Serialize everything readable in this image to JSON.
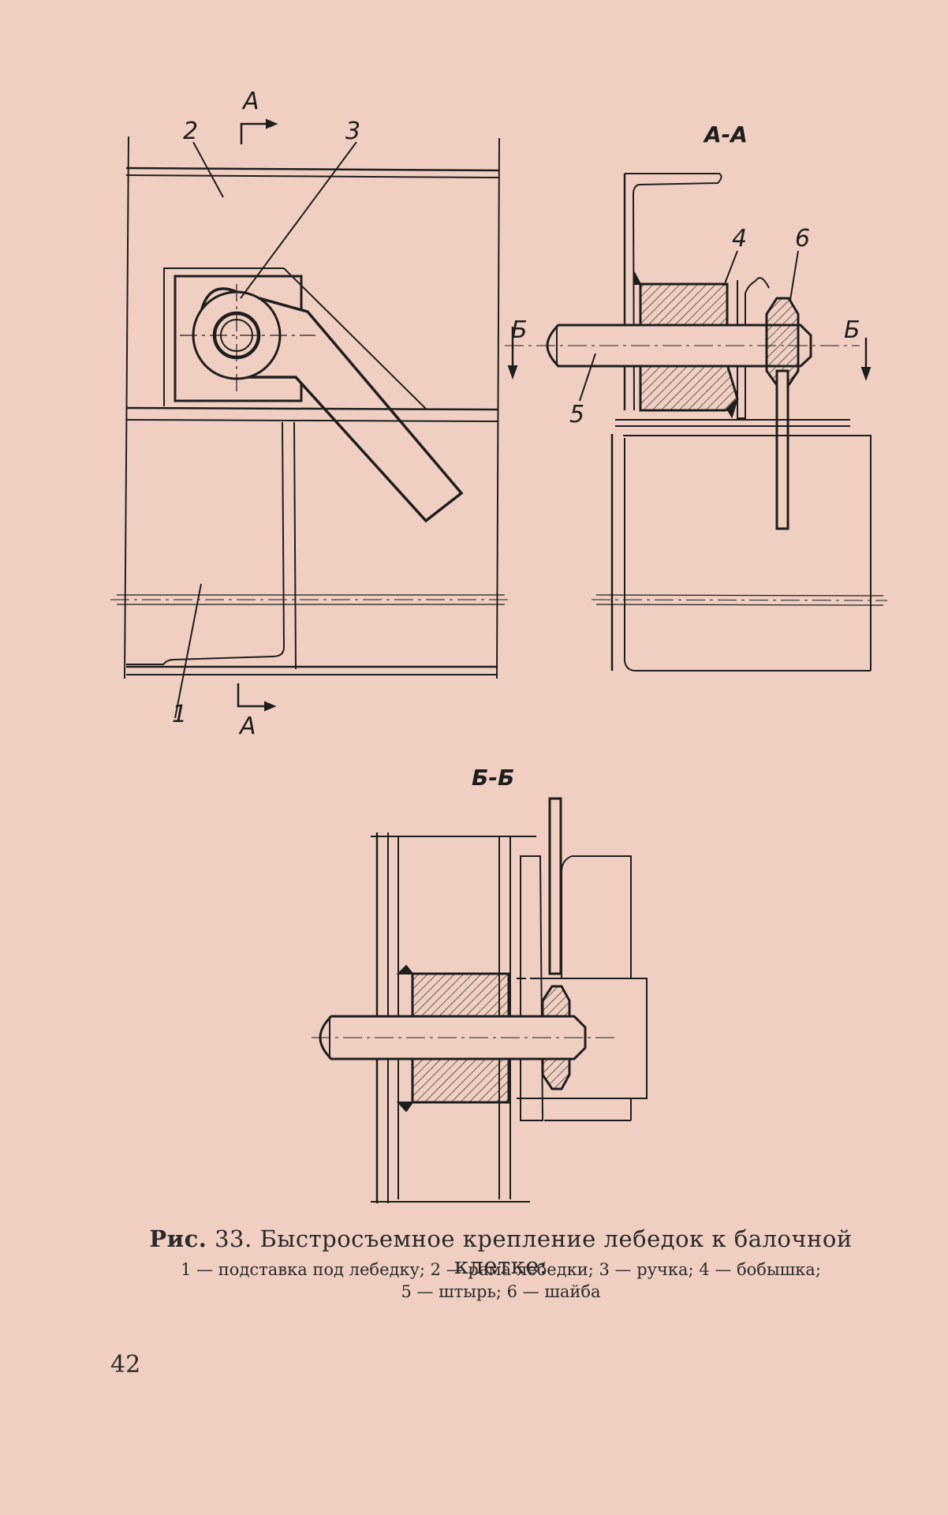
{
  "view_top_left": {
    "callouts": [
      "1",
      "2",
      "3"
    ],
    "section_mark": "А"
  },
  "view_aa": {
    "title": "А-А",
    "callouts": [
      "4",
      "5",
      "6"
    ],
    "section_mark": "Б"
  },
  "view_bb": {
    "title": "Б-Б"
  },
  "caption": {
    "prefix": "Рис.",
    "number": "33.",
    "title": "Быстросъемное крепление лебедок к балочной клетке:",
    "legend_line1": "1 — подставка под лебедку; 2 — рама лебедки; 3 — ручка; 4 — бобышка;",
    "legend_line2": "5 — штырь; 6 — шайба"
  },
  "page_number": "42",
  "colors": {
    "paper": "#f0cfc2",
    "ink": "#1e1e1e"
  }
}
